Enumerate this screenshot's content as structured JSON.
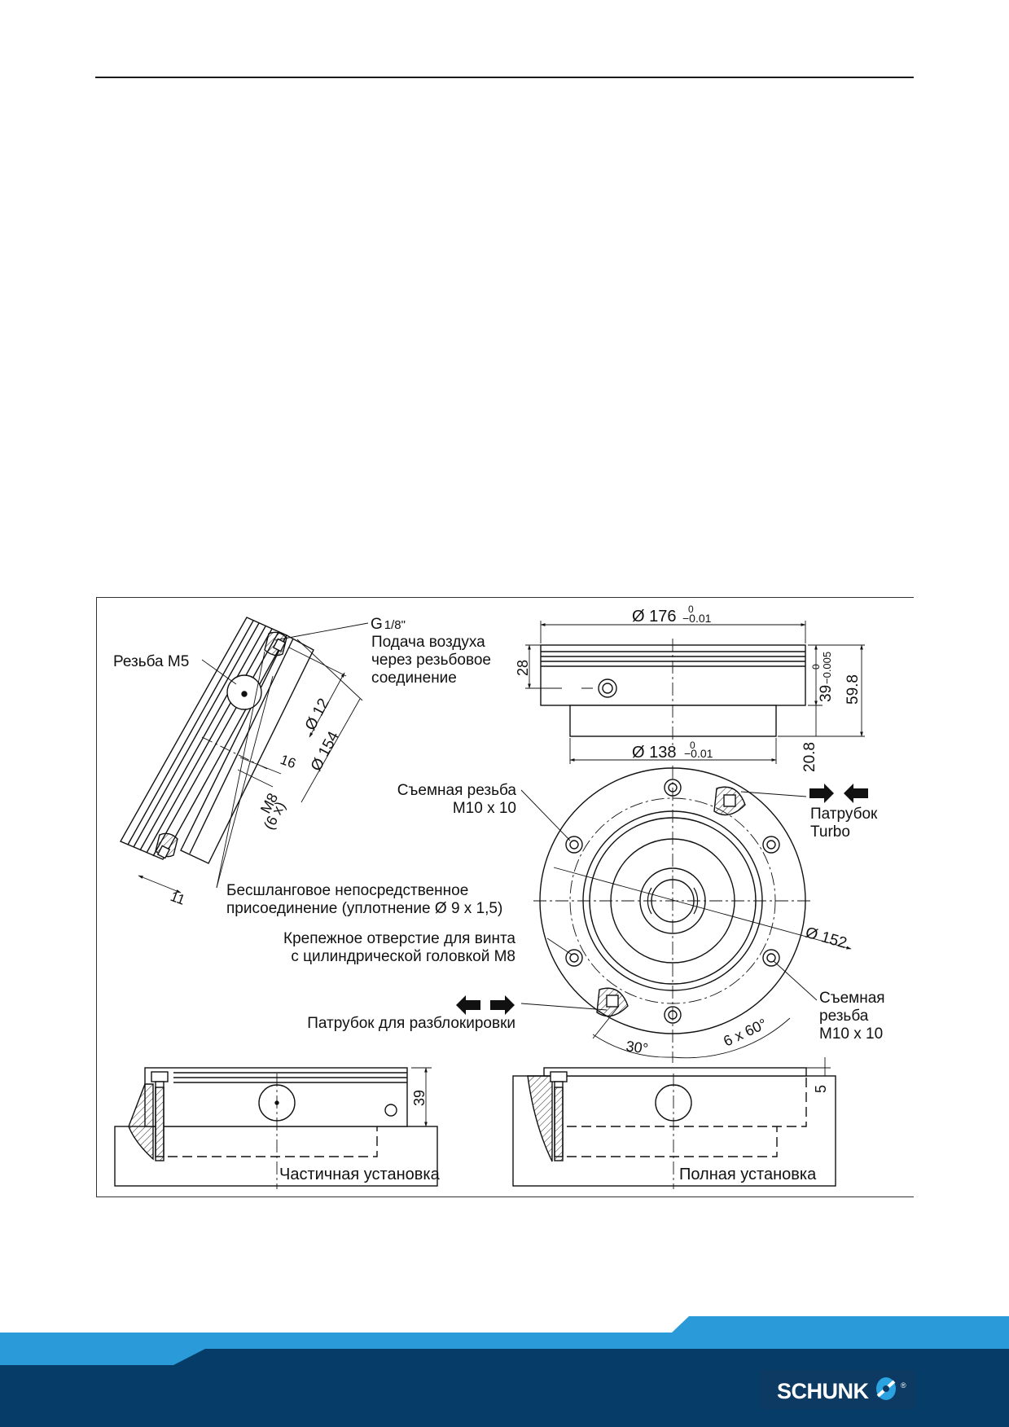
{
  "colors": {
    "footer_dark": "#063c68",
    "footer_light": "#2a9ad8",
    "logo_accent": "#2aa3e0"
  },
  "drawing": {
    "side_view": {
      "thread_m5": "Резьба M5",
      "g18_prefix": "G",
      "g18_fraction": "1/8\"",
      "air_supply": [
        "Подача воздуха",
        "через резьбовое",
        "соединение"
      ],
      "dim_d12": "Ø 12",
      "dim_d154": "Ø 154",
      "dim_16": "16",
      "dim_m8": "M8",
      "dim_6x": "(6 x)",
      "dim_11": "11",
      "hoseless": [
        "Бесшланговое непосредственное",
        "присоединение (уплотнение Ø 9 x 1,5)"
      ]
    },
    "front_view": {
      "d176": "Ø 176",
      "d176_tol_upper": "0",
      "d176_tol_lower": "−0.01",
      "d138": "Ø 138",
      "d138_tol_upper": "0",
      "d138_tol_lower": "−0.01",
      "dim_28": "28",
      "dim_39": "39",
      "dim_39_tol_upper": "0",
      "dim_39_tol_lower": "−0.005",
      "dim_59_8": "59.8",
      "dim_20_8": "20.8"
    },
    "top_view": {
      "removable_thread_1": [
        "Съемная резьба",
        "M10 x 10"
      ],
      "turbo": [
        "Патрубок",
        "Turbo"
      ],
      "mount_hole": [
        "Крепежное отверстие для винта",
        "с цилиндрической головкой M8"
      ],
      "d152": "Ø 152",
      "unlock": "Патрубок для разблокировки",
      "removable_thread_2": [
        "Съемная",
        "резьба",
        "M10 x 10"
      ],
      "angle_30": "30°",
      "angle_6x60": "6 x 60°"
    },
    "partial_install": {
      "label": "Частичная установка",
      "dim_39": "39"
    },
    "full_install": {
      "label": "Полная установка",
      "dim_5": "5"
    }
  },
  "footer": {
    "logo_text": "SCHUNK",
    "logo_reg": "®"
  }
}
